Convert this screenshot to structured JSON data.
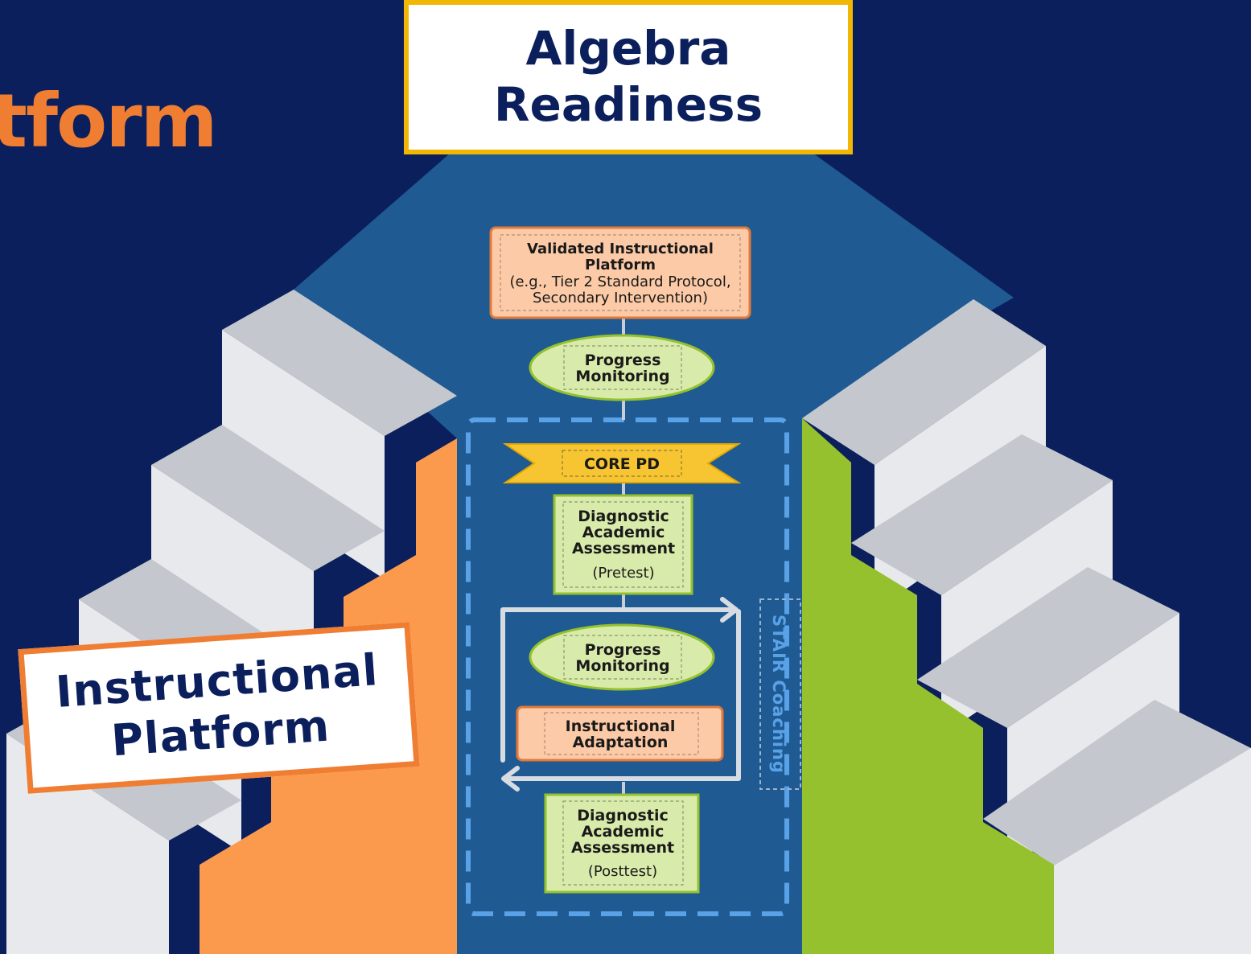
{
  "heading": "tform",
  "top_box": {
    "line1": "Algebra",
    "line2": "Readiness"
  },
  "platform_box": {
    "line1": "Instructional",
    "line2": "Platform"
  },
  "flow": {
    "validated": {
      "line1": "Validated Instructional",
      "line2": "Platform",
      "line3": "(e.g., Tier 2 Standard Protocol,",
      "line4": "Secondary Intervention)"
    },
    "progress_top": {
      "line1": "Progress",
      "line2": "Monitoring"
    },
    "core_pd": "CORE PD",
    "pretest": {
      "line1": "Diagnostic",
      "line2": "Academic",
      "line3": "Assessment",
      "line4": "(Pretest)"
    },
    "progress_loop": {
      "line1": "Progress",
      "line2": "Monitoring"
    },
    "adaptation": {
      "line1": "Instructional",
      "line2": "Adaptation"
    },
    "posttest": {
      "line1": "Diagnostic",
      "line2": "Academic",
      "line3": "Assessment",
      "line4": "(Posttest)"
    },
    "coaching": "STAIR Coaching"
  },
  "colors": {
    "background": "#0b1f5c",
    "center_panel": "#1f5a93",
    "orange_accent": "#ef7d32",
    "orange_wall": "#fb9a4c",
    "green_wall": "#94c12d",
    "peach_box": "#fccaa6",
    "light_green_box": "#d9ebaa",
    "gold": "#f2b705",
    "dash_blue": "#5aa2e8"
  }
}
